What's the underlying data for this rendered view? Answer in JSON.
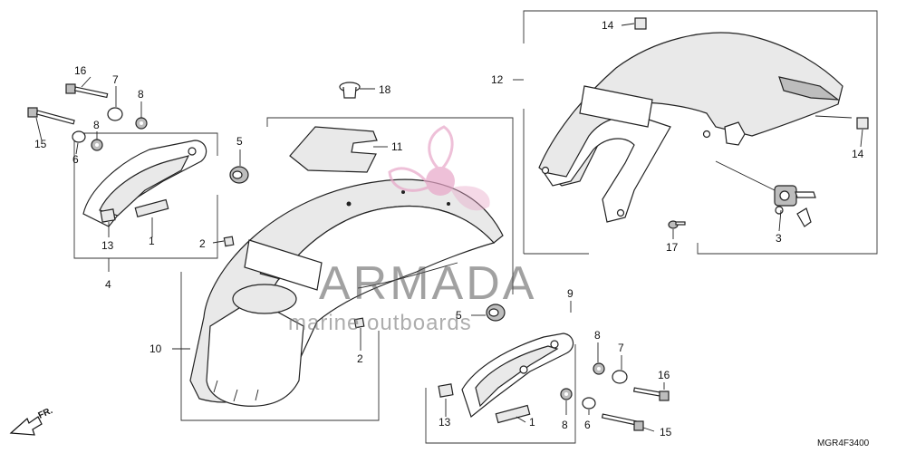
{
  "diagram": {
    "part_labels": {
      "p1a": "1",
      "p1b": "1",
      "p2a": "2",
      "p2b": "2",
      "p3": "3",
      "p4": "4",
      "p5a": "5",
      "p5b": "5",
      "p6a": "6",
      "p6b": "6",
      "p7a": "7",
      "p7b": "7",
      "p8a": "8",
      "p8b": "8",
      "p8c": "8",
      "p8d": "8",
      "p9": "9",
      "p10": "10",
      "p11": "11",
      "p12": "12",
      "p13a": "13",
      "p13b": "13",
      "p14a": "14",
      "p14b": "14",
      "p15a": "15",
      "p15b": "15",
      "p16a": "16",
      "p16b": "16",
      "p17": "17",
      "p18": "18"
    },
    "direction_label": "FR.",
    "diagram_code": "MGR4F3400"
  },
  "watermark": {
    "brand": "ARMADA",
    "tagline": "marine outboards",
    "accent_color": "#e8a6c8"
  }
}
